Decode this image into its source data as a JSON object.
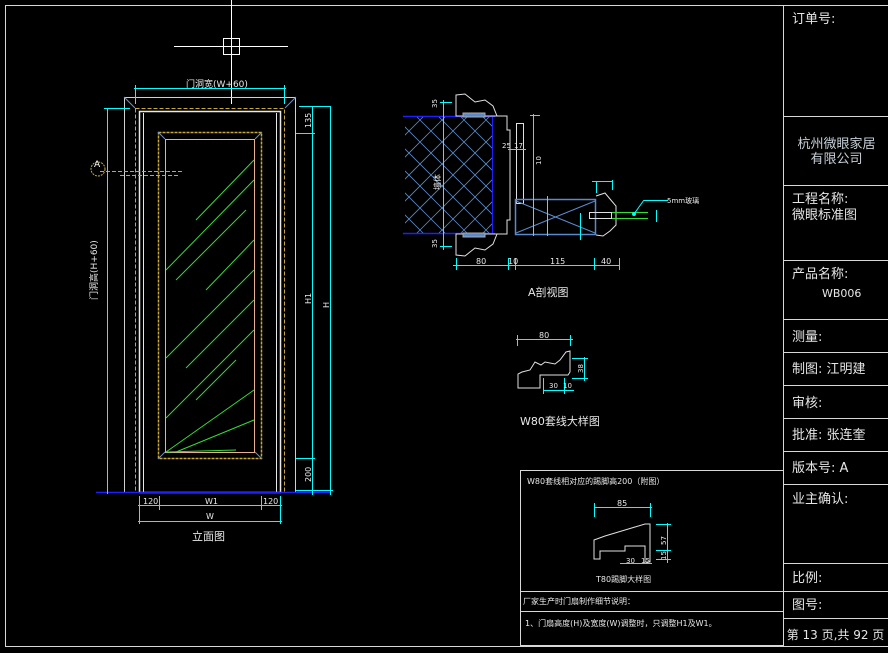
{
  "drawing": {
    "elevation": {
      "title": "立面图",
      "top_dimension": "门洞宽(W+60)",
      "left_dimension": "门洞高(H+60)",
      "section_marker": "A",
      "right_dims": [
        "135",
        "H1",
        "H",
        "200"
      ],
      "bottom_dims_row1": [
        "120",
        "W1",
        "120"
      ],
      "bottom_dims_row2": [
        "W"
      ]
    },
    "section_a": {
      "title": "A剖视图",
      "wall_label": "墙体",
      "glass_label": "5mm玻璃",
      "left_dims": [
        "35",
        "35"
      ],
      "mid_dims": [
        "25",
        "17",
        "10"
      ],
      "bottom_dims": [
        "80",
        "10",
        "115",
        "40"
      ]
    },
    "casing_detail": {
      "title": "W80套线大样图",
      "dims": [
        "80",
        "38",
        "30",
        "10"
      ]
    },
    "baseboard_box": {
      "heading": "W80套线相对应的踢脚高200（附图）",
      "detail_title": "T80踢脚大样图",
      "dims": [
        "85",
        "57",
        "15",
        "30",
        "15"
      ],
      "notes_heading": "厂家生产时门扇制作细节说明：",
      "note_1": "1、门扇高度(H)及宽度(W)调整时，只调整H1及W1。"
    }
  },
  "title_block": {
    "order_no_label": "订单号:",
    "company_line1": "杭州微眼家居",
    "company_line2": "有限公司",
    "project_label": "工程名称:",
    "project_value": "微眼标准图",
    "product_label": "产品名称:",
    "product_value": "WB006",
    "survey_label": "测量:",
    "drawn_label": "制图: 江明建",
    "review_label": "审核:",
    "approve_label": "批准: 张连奎",
    "version_label": "版本号: A",
    "owner_label": "业主确认:",
    "scale_label": "比例:",
    "drawing_no_label": "图号:",
    "page_info": "第 13 页,共 92 页"
  },
  "colors": {
    "dimension": "#00ffff",
    "glass_hatch": "#33dd33",
    "frame_dashed": "#c8a83a",
    "panel_line": "#e8b090",
    "outline": "#e0e0e0",
    "ground_line": "#2020ff",
    "wall_hatch": "#5a8acb"
  }
}
